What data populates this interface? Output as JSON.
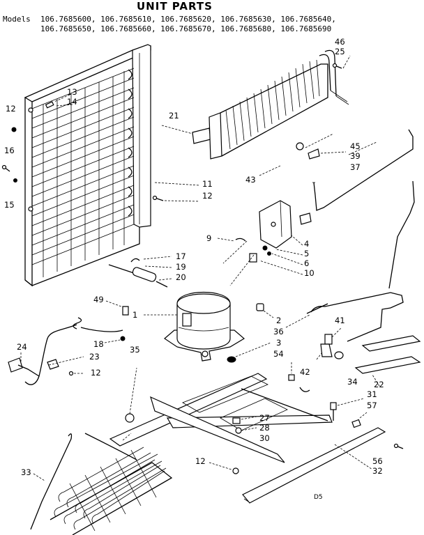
{
  "title": "UNIT PARTS",
  "models": {
    "label": "Models",
    "line1": "106.7685600, 106.7685610, 106.7685620, 106.7685630, 106.7685640,",
    "line2": "106.7685650, 106.7685660, 106.7685670, 106.7685680, 106.7685690"
  },
  "callouts": [
    "46",
    "25",
    "21",
    "13",
    "14",
    "12",
    "16",
    "15",
    "11",
    "12",
    "45",
    "39",
    "37",
    "43",
    "9",
    "4",
    "5",
    "6",
    "10",
    "17",
    "19",
    "20",
    "49",
    "1",
    "2",
    "36",
    "3",
    "41",
    "24",
    "18",
    "23",
    "12",
    "35",
    "54",
    "42",
    "34",
    "22",
    "31",
    "57",
    "27",
    "28",
    "30",
    "33",
    "12",
    "56",
    "32"
  ],
  "footer_code": "D5"
}
